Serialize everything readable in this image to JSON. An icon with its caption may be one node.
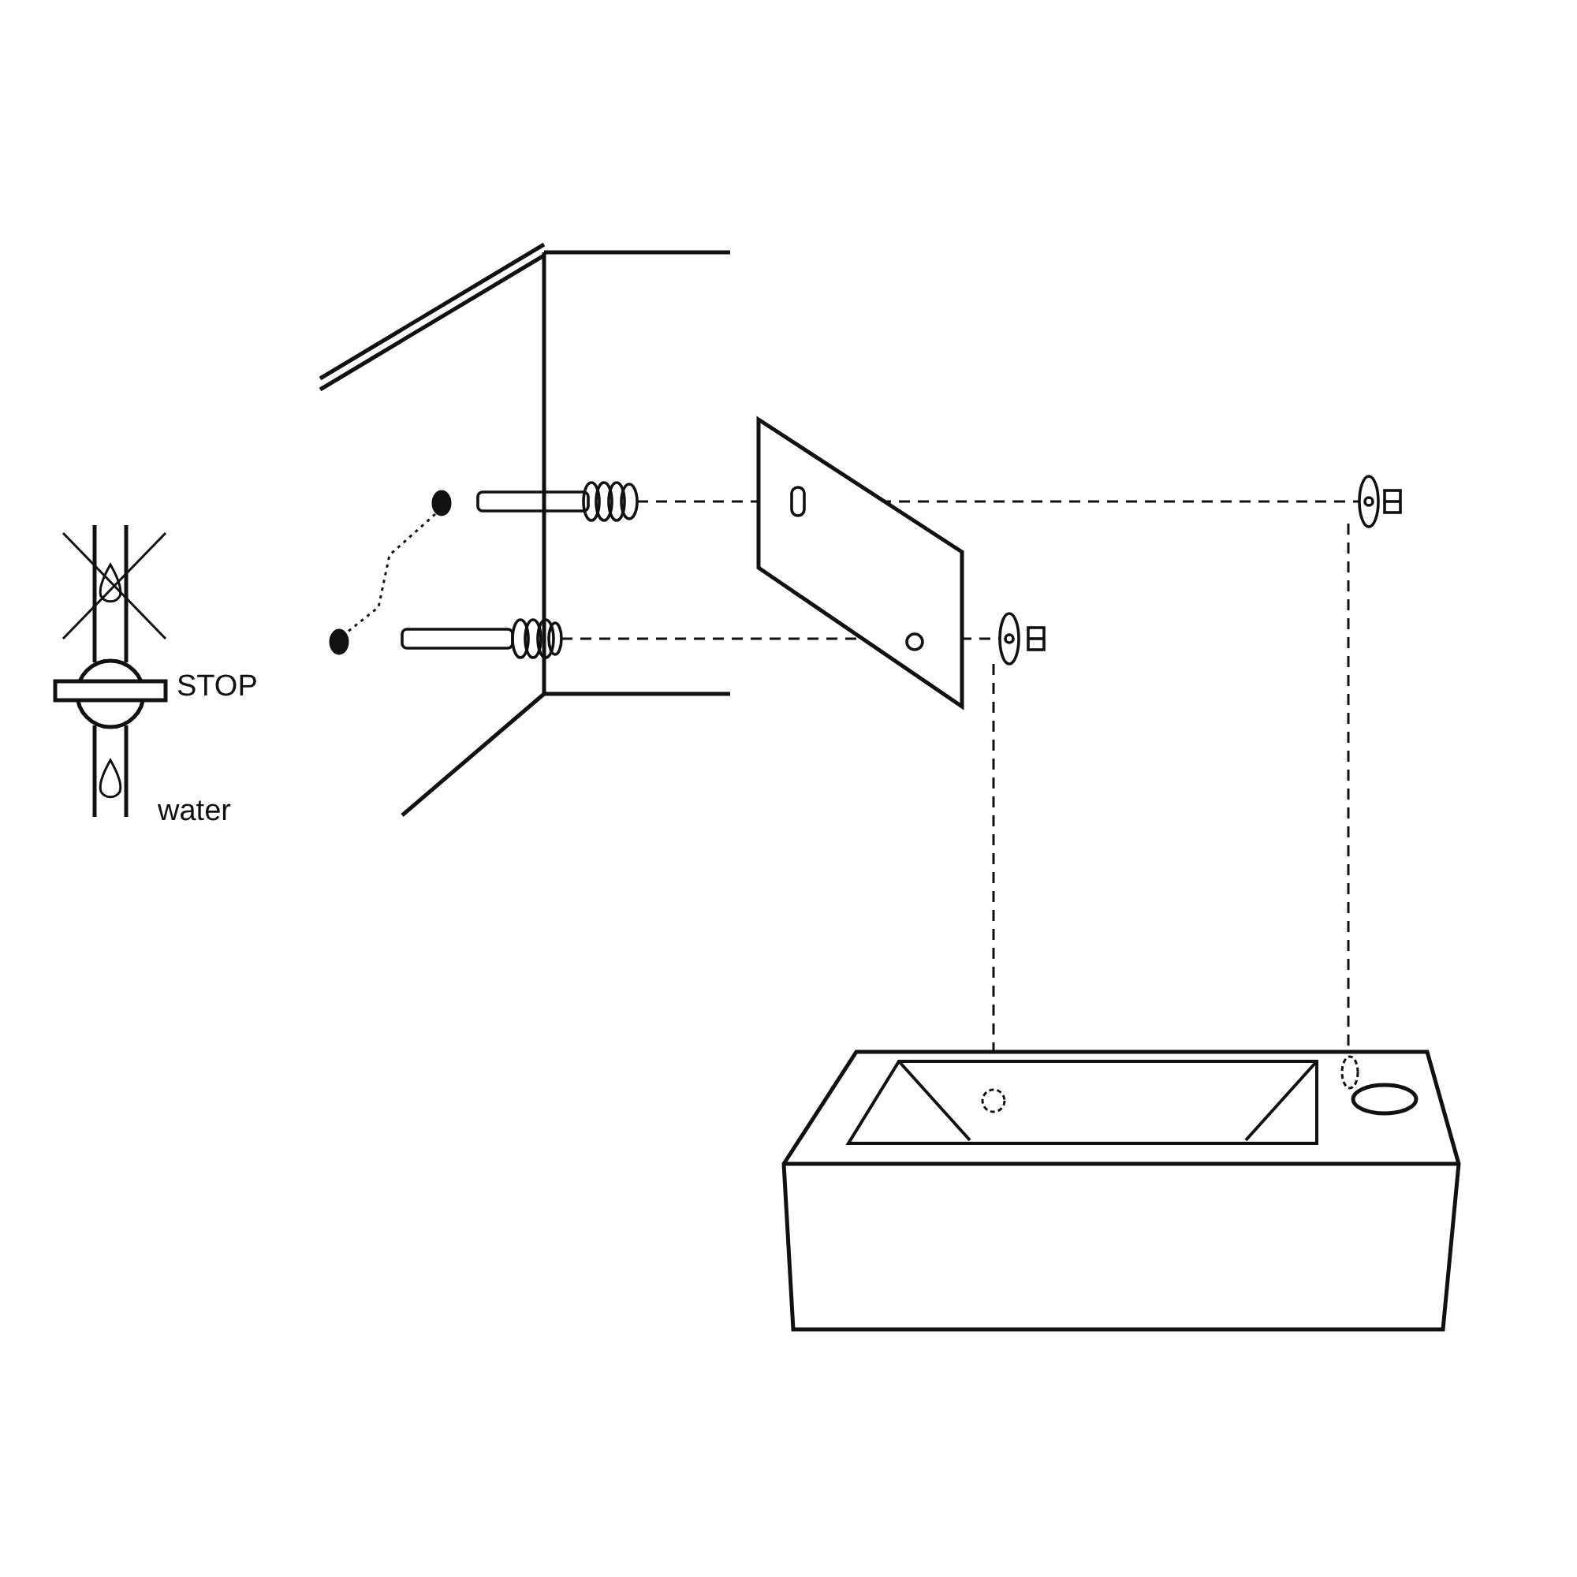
{
  "diagram": {
    "nodes": [
      {
        "text": [],
        "shape": "circle"
      },
      {
        "text": [],
        "shape": "circle"
      },
      {
        "text": [],
        "shape": "picture"
      },
      {
        "text": [],
        "shape": "picture"
      },
      {
        "text": [],
        "shape": "box"
      },
      {
        "text": [],
        "shape": "picture"
      },
      {
        "text": [],
        "shape": "picture"
      },
      {
        "text": [],
        "shape": "box"
      },
      {
        "text": [],
        "shape": "circle",
        "in": 7
      },
      {
        "text": [],
        "shape": "circle",
        "in": 7
      }
    ],
    "edges": [
      {
        "from": 0,
        "to": 1,
        "arrow": "none",
        "style": "dashed"
      },
      {
        "from": 2,
        "to": 4,
        "arrow": "none",
        "style": "dashed"
      },
      {
        "from": 4,
        "to": 6,
        "arrow": "none",
        "style": "dashed"
      },
      {
        "from": 3,
        "to": 4,
        "arrow": "none",
        "style": "dashed"
      },
      {
        "from": 4,
        "to": 5,
        "arrow": "none",
        "style": "dashed"
      },
      {
        "from": 5,
        "to": 8,
        "arrow": "none",
        "style": "dashed"
      },
      {
        "from": 6,
        "to": 9,
        "arrow": "none",
        "style": "dashed"
      }
    ],
    "labels": [
      "STOP",
      "water"
    ]
  }
}
